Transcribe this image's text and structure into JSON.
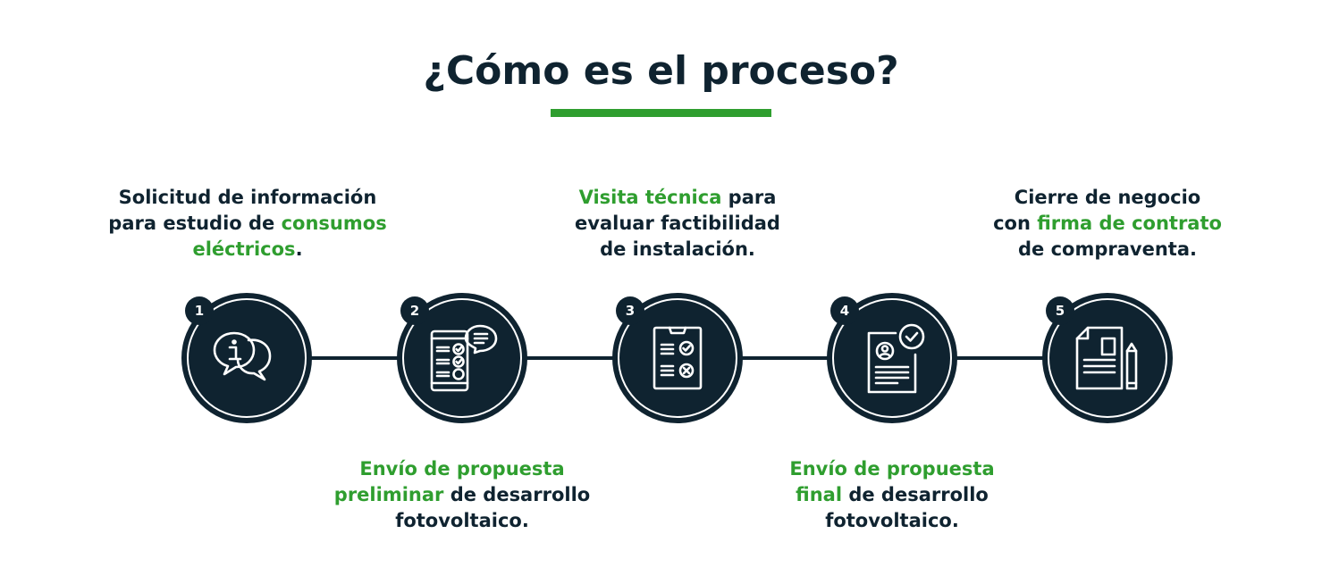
{
  "title": "¿Cómo es el proceso?",
  "accent_color": "#2f9e2f",
  "dark_color": "#0f2330",
  "steps": [
    {
      "number": "1",
      "icon": "info-chat-bubbles-icon",
      "text": [
        [
          {
            "t": "Solicitud de información",
            "hl": false
          }
        ],
        [
          {
            "t": "para estudio de ",
            "hl": false
          },
          {
            "t": "consumos",
            "hl": true
          }
        ],
        [
          {
            "t": "eléctricos",
            "hl": true
          },
          {
            "t": ".",
            "hl": false
          }
        ]
      ]
    },
    {
      "number": "2",
      "icon": "checklist-phone-chat-icon",
      "text": [
        [
          {
            "t": "Envío de propuesta",
            "hl": true
          }
        ],
        [
          {
            "t": "preliminar",
            "hl": true
          },
          {
            "t": " de desarrollo",
            "hl": false
          }
        ],
        [
          {
            "t": "fotovoltaico.",
            "hl": false
          }
        ]
      ]
    },
    {
      "number": "3",
      "icon": "clipboard-check-icon",
      "text": [
        [
          {
            "t": "Visita técnica",
            "hl": true
          },
          {
            "t": " para",
            "hl": false
          }
        ],
        [
          {
            "t": "evaluar factibilidad",
            "hl": false
          }
        ],
        [
          {
            "t": "de instalación.",
            "hl": false
          }
        ]
      ]
    },
    {
      "number": "4",
      "icon": "approved-profile-document-icon",
      "text": [
        [
          {
            "t": "Envío de propuesta",
            "hl": true
          }
        ],
        [
          {
            "t": "final",
            "hl": true
          },
          {
            "t": " de desarrollo",
            "hl": false
          }
        ],
        [
          {
            "t": "fotovoltaico.",
            "hl": false
          }
        ]
      ]
    },
    {
      "number": "5",
      "icon": "contract-pencil-icon",
      "text": [
        [
          {
            "t": "Cierre de negocio",
            "hl": false
          }
        ],
        [
          {
            "t": "con ",
            "hl": false
          },
          {
            "t": "firma de contrato",
            "hl": true
          }
        ],
        [
          {
            "t": "de compraventa.",
            "hl": false
          }
        ]
      ]
    }
  ]
}
